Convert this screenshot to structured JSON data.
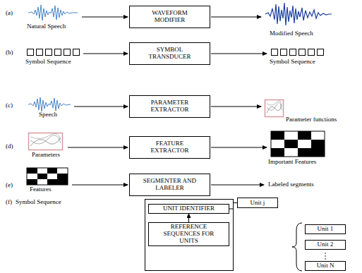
{
  "diagram": {
    "nodes": [
      {
        "text": [
          "WAVEFORM MODIFIER"
        ]
      },
      {
        "text": [
          "SYMBOL TRANSDUCER"
        ]
      },
      {
        "text": [
          "PARAMETER EXTRACTOR"
        ]
      },
      {
        "text": [
          "FEATURE EXTRACTOR"
        ]
      },
      {
        "text": [
          "SEGMENTER AND LABELER"
        ]
      },
      {
        "text": [
          "UNIT IDENTIFIER"
        ]
      },
      {
        "text": [
          "REFERENCE SEQUENCES FOR UNITS"
        ]
      },
      {
        "text": [
          "Unit j"
        ]
      },
      {
        "text": [
          "Unit 1"
        ]
      },
      {
        "text": [
          "Unit 2"
        ]
      },
      {
        "text": [
          "Unit N"
        ]
      }
    ],
    "edges": [
      {
        "from": 6,
        "to": 5,
        "arrow": "to"
      },
      {
        "from": 5,
        "to": 7,
        "arrow": "none"
      }
    ],
    "labels": [
      "(a)",
      "(b)",
      "(c)",
      "(d)",
      "(e)",
      "(f)",
      "Natural Speech",
      "Modified Speech",
      "Symbol Sequence",
      "Symbol Sequence",
      "Speech",
      "Parameter functions",
      "Parameters",
      "Important Features",
      "Features",
      "Labeled segments",
      "Symbol Sequence"
    ]
  }
}
